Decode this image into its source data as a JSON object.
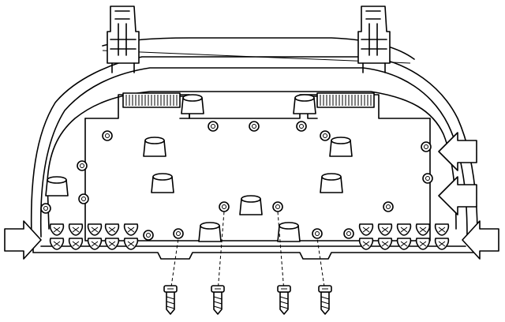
{
  "figure": {
    "kind": "exploded assembly line drawing",
    "colors": {
      "ink": "#000000",
      "paper": "#ffffff"
    },
    "screw_count": 4,
    "arrow_count": 4
  }
}
